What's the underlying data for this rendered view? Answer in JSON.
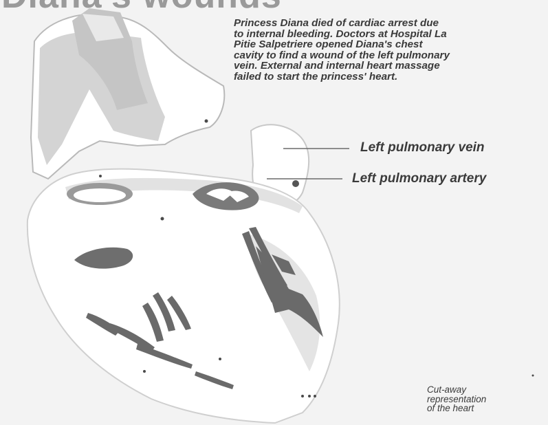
{
  "title": "Diana's wounds",
  "caption": {
    "lines": [
      "Princess Diana died of cardiac arrest due",
      "to internal bleeding. Doctors at Hospital La",
      "Pitie Salpetriere opened Diana's chest",
      "cavity to find a wound of the left pulmonary",
      "vein. External and internal heart massage",
      "failed to start the princess' heart."
    ]
  },
  "labels": {
    "left_pulmonary_vein": "Left pulmonary vein",
    "left_pulmonary_artery": "Left pulmonary artery"
  },
  "footnote": {
    "lines": [
      "Cut-away",
      "representation",
      "of the heart"
    ]
  },
  "colors": {
    "background": "#f3f3f3",
    "heart_fill": "#ffffff",
    "light_shade": "#d6d6d6",
    "medium_shade": "#bcbcbc",
    "dark_shade": "#6e6e6e",
    "text": "#3a3a3a"
  }
}
